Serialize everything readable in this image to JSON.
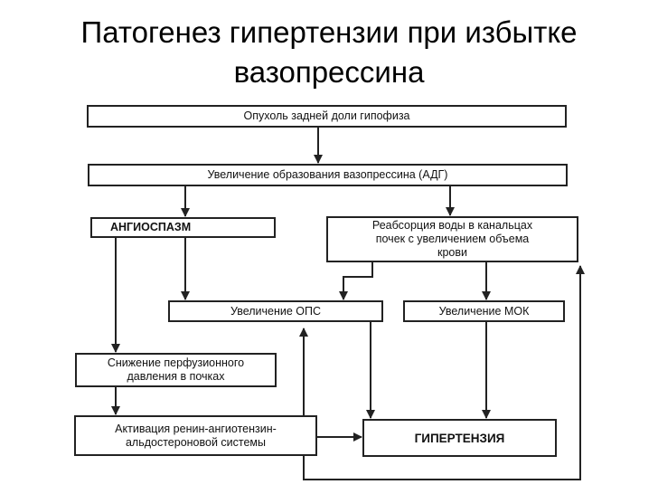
{
  "slide": {
    "title_line1": "Патогенез гипертензии при избытке",
    "title_line2": "вазопрессина"
  },
  "diagram": {
    "nodes": {
      "tumor": "Опухоль задней доли гипофиза",
      "adh_increase": "Увеличение образования вазопрессина (АДГ)",
      "angiospasm": "АНГИОСПАЗМ",
      "water_reabsorption": "Реабсорция воды в канальцах\nпочек с увеличением объема\nкрови",
      "ops_increase": "Увеличение ОПС",
      "mok_increase": "Увеличение МОК",
      "perfusion_decrease": "Снижение перфузионного\nдавления в почках",
      "raas_activation": "Активация ренин-ангиотензин-\nальдостероновой системы",
      "hypertension": "ГИПЕРТЕНЗИЯ"
    }
  }
}
